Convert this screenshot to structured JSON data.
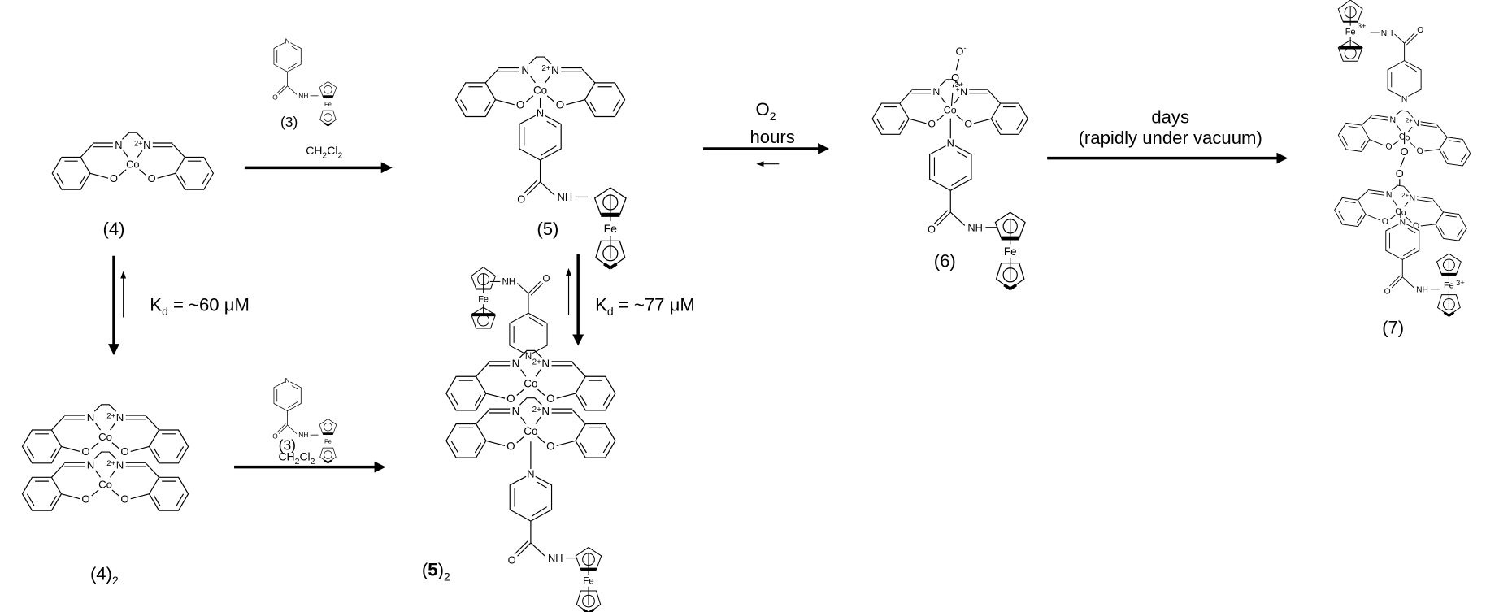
{
  "atoms": {
    "N": "N",
    "Co": "Co",
    "O": "O",
    "Fe": "Fe",
    "NH": "NH",
    "two_plus": "2+",
    "three_plus": "3+",
    "minus": "-"
  },
  "compounds": {
    "c4": "(4)",
    "c5": "(5)",
    "c6": "(6)",
    "c7": "(7)",
    "c3_top": "(3)",
    "c3_bottom": "(3)",
    "c4_dimer": {
      "base": "(4)",
      "sub": "2"
    },
    "c5_dimer": {
      "open": "(",
      "num": "5",
      "close": ")",
      "sub": "2"
    }
  },
  "conditions": {
    "solvent": {
      "p1": "CH",
      "s1": "2",
      "p2": "Cl",
      "s2": "2"
    },
    "oxygen": {
      "base": "O",
      "sub": "2"
    },
    "hours": "hours",
    "days": "days",
    "vacuum": "(rapidly under vacuum)",
    "kd_4": {
      "k": "K",
      "sub": "d",
      "value": " = ~60 μM"
    },
    "kd_5": {
      "k": "K",
      "sub": "d",
      "value": " = ~77 μM"
    }
  }
}
